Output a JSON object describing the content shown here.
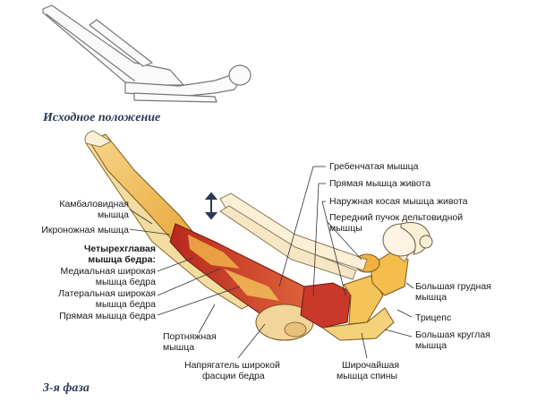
{
  "headings": {
    "start": "Исходное положение",
    "phase": "3-я фаза"
  },
  "labels_left": {
    "soleus": "Камбаловидная",
    "soleus2": "мышца",
    "gastro": "Икроножная мышца",
    "quad": "Четырехглавая",
    "quad2": "мышца бедра:",
    "vmed": "Медиальная широкая",
    "vmed2": "мышца бедра",
    "vlat": "Латеральная широкая",
    "vlat2": "мышца бедра",
    "rectfem": "Прямая мышца бедра"
  },
  "labels_top": {
    "pect": "Гребенчатая мышца",
    "rectab": "Прямая мышца живота",
    "oblique": "Наружная косая мышца живота",
    "delt": "Передний пучок дельтовидной",
    "delt2": "мышцы"
  },
  "labels_right": {
    "pecmaj": "Большая грудная",
    "pecmaj2": "мышца",
    "triceps": "Трицепс",
    "teres": "Большая круглая",
    "teres2": "мышца"
  },
  "labels_bottom": {
    "sart": "Портняжная",
    "sart2": "мышца",
    "tfl": "Напрягатель широкой",
    "tfl2": "фасции бедра",
    "lat": "Широчайшая",
    "lat2": "мышца спины"
  },
  "colors": {
    "muscle_red": "#c0392b",
    "muscle_yellow": "#f2c14e",
    "ink": "#1a1a1a",
    "heading": "#2b3a55"
  }
}
